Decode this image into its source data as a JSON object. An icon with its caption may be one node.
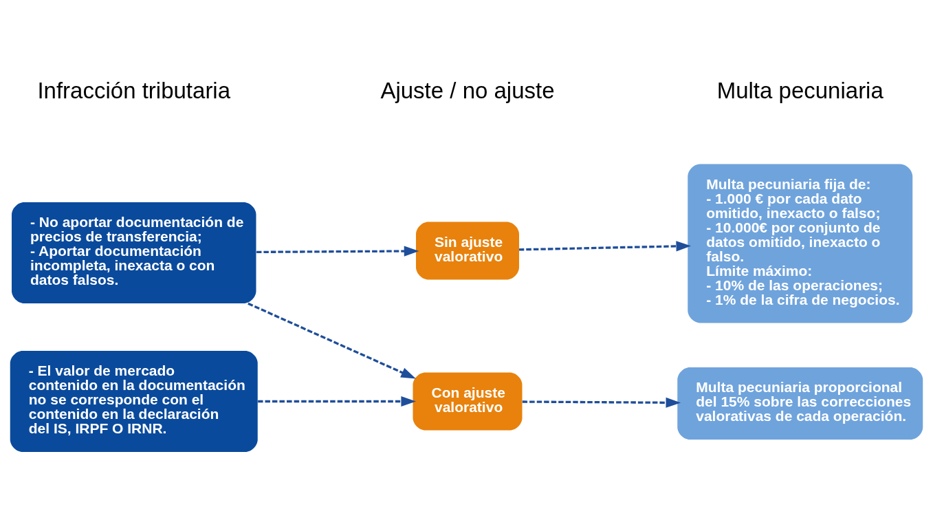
{
  "diagram": {
    "nodes": [
      {
        "text": [
          "- No aportar documentación de precios de transferencia;",
          "- Aportar documentación incompleta, inexacta o con datos falsos."
        ]
      },
      {
        "text": [
          "- El valor de mercado contenido en la documentación no se corresponde con el contenido en la declaración del IS, IRPF O IRNR."
        ]
      },
      {
        "text": [
          "Sin ajuste valorativo"
        ]
      },
      {
        "text": [
          "Con ajuste valorativo"
        ]
      },
      {
        "text": [
          "Multa pecuniaria fija de:",
          "- 1.000 € por cada dato omitido, inexacto o falso;",
          "- 10.000€ por conjunto de datos omitido, inexacto o falso.",
          "Límite máximo:",
          "- 10% de las operaciones;",
          "- 1% de la cifra de negocios."
        ]
      },
      {
        "text": [
          "Multa pecuniaria proporcional del 15% sobre las correcciones valorativas de cada operación."
        ]
      }
    ],
    "edges": [
      {
        "from": 0,
        "to": 2,
        "arrow": "to",
        "style": "dashed"
      },
      {
        "from": 0,
        "to": 3,
        "arrow": "to",
        "style": "dashed"
      },
      {
        "from": 1,
        "to": 3,
        "arrow": "to",
        "style": "dashed"
      },
      {
        "from": 2,
        "to": 4,
        "arrow": "to",
        "style": "dashed"
      },
      {
        "from": 3,
        "to": 5,
        "arrow": "to",
        "style": "dashed"
      }
    ],
    "labels": [
      "Infracción tributaria",
      "Ajuste / no ajuste",
      "Multa pecuniaria"
    ]
  }
}
